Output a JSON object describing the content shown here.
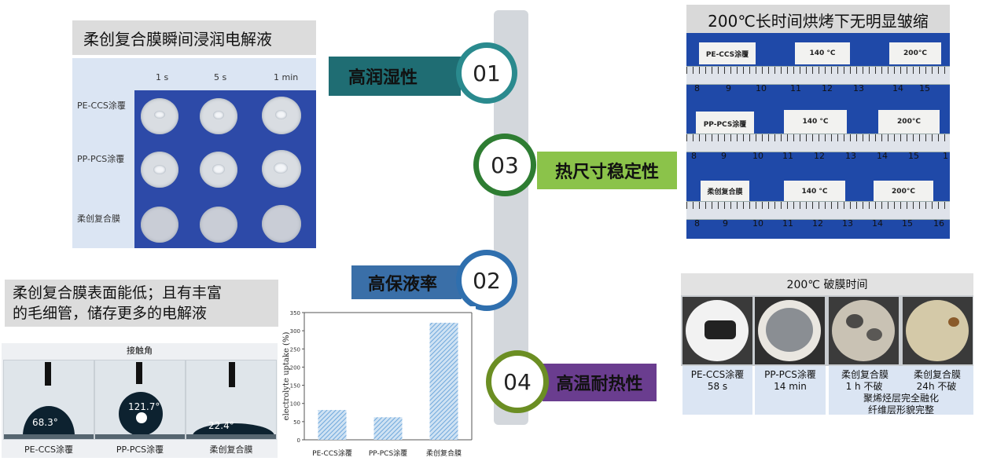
{
  "features": [
    {
      "num": "01",
      "label": "高润湿性",
      "band_color": "#1f6d73",
      "ring_color": "#2a8a8e"
    },
    {
      "num": "03",
      "label": "热尺寸稳定性",
      "band_color": "#8bc34a",
      "ring_color": "#2e7d32"
    },
    {
      "num": "02",
      "label": "高保液率",
      "band_color": "#3a6fa8",
      "ring_color": "#2f6fae"
    },
    {
      "num": "04",
      "label": "高温耐热性",
      "band_color": "#6a3d8f",
      "ring_color": "#6b8e23"
    }
  ],
  "wetting": {
    "title": "柔创复合膜瞬间浸润电解液",
    "times": [
      "1 s",
      "5 s",
      "1 min"
    ],
    "rows": [
      "PE-CCS涂覆",
      "PP-PCS涂覆",
      "柔创复合膜"
    ]
  },
  "retention": {
    "title_line1": "柔创复合膜表面能低；且有丰富",
    "title_line2": "的毛细管，储存更多的电解液",
    "contact_title": "接触角",
    "angles": [
      "68.3°",
      "121.7°",
      "22.4°"
    ],
    "samples": [
      "PE-CCS涂覆",
      "PP-PCS涂覆",
      "柔创复合膜"
    ]
  },
  "chart_data": {
    "type": "bar",
    "categories": [
      "PE-CCS涂覆",
      "PP-PCS涂覆",
      "柔创复合膜"
    ],
    "values": [
      82,
      62,
      322
    ],
    "ylabel": "electrolyte uptake (%)",
    "ylim": [
      0,
      350
    ],
    "yticks": [
      0,
      50,
      100,
      150,
      200,
      250,
      300,
      350
    ],
    "bar_color": "#6fa8dc"
  },
  "thermal": {
    "title": "200℃长时间烘烤下无明显皱缩",
    "rows": [
      {
        "sample": "PE-CCS涂覆",
        "t1": "140 °C",
        "t2": "200°C",
        "nums": [
          "8",
          "9",
          "10",
          "11",
          "12",
          "13",
          "14",
          "15"
        ]
      },
      {
        "sample": "PP-PCS涂覆",
        "t1": "140 °C",
        "t2": "200°C",
        "nums": [
          "8",
          "9",
          "10",
          "11",
          "12",
          "13",
          "14",
          "15",
          "1"
        ]
      },
      {
        "sample": "柔创复合膜",
        "t1": "140 °C",
        "t2": "200°C",
        "nums": [
          "8",
          "9",
          "10",
          "11",
          "12",
          "13",
          "14",
          "15",
          "16"
        ]
      }
    ]
  },
  "rupture": {
    "title": "200℃ 破膜时间",
    "items": [
      {
        "name": "PE-CCS涂覆",
        "time": "58 s",
        "note": ""
      },
      {
        "name": "PP-PCS涂覆",
        "time": "14 min",
        "note": ""
      },
      {
        "name": "柔创复合膜",
        "time": "1 h 不破",
        "note": ""
      },
      {
        "name": "柔创复合膜",
        "time": "24h 不破",
        "note": ""
      }
    ],
    "note_line1": "聚烯烃层完全融化",
    "note_line2": "纤维层形貌完整"
  }
}
